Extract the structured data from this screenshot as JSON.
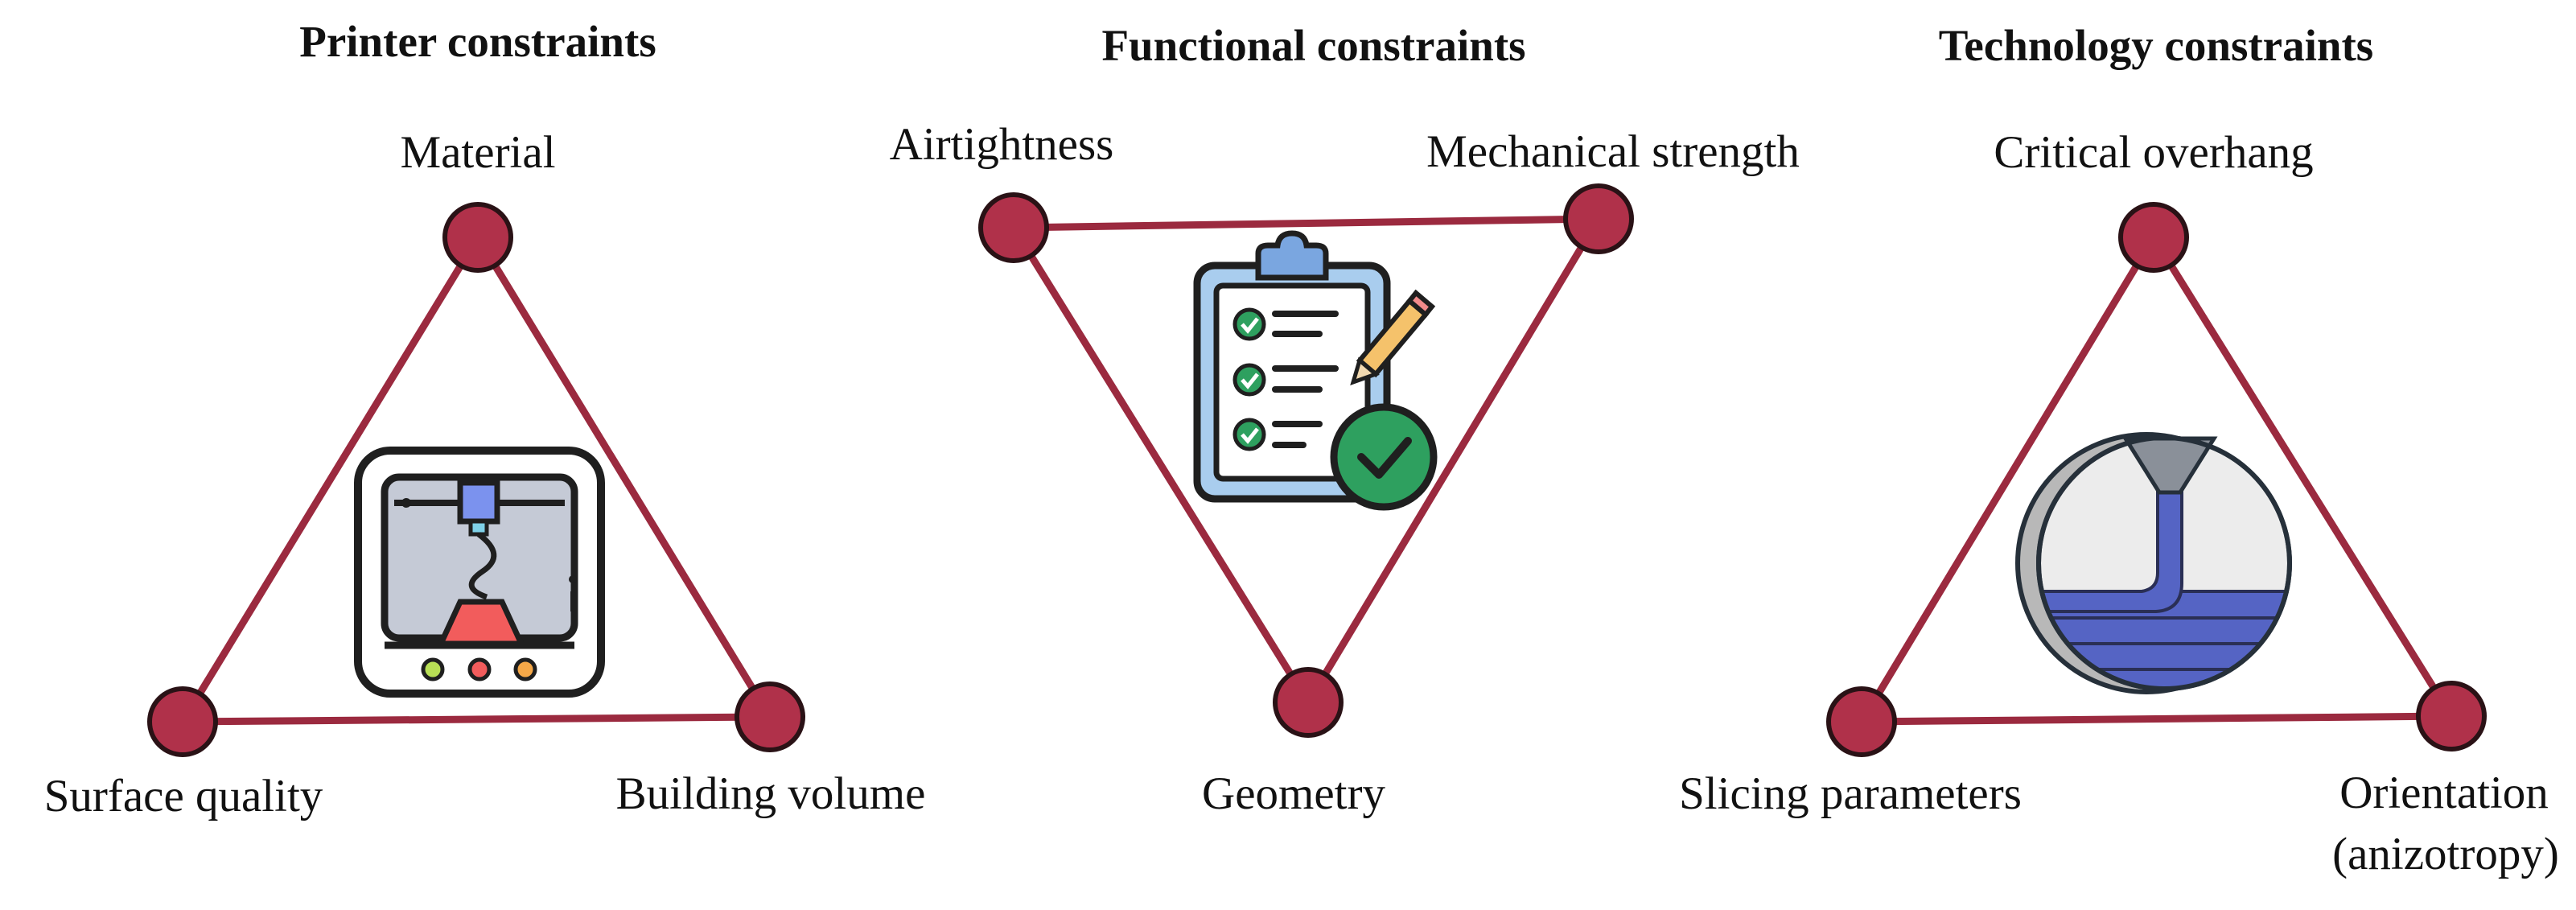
{
  "panels": [
    {
      "title": "Printer constraints",
      "nodes": [
        "Material",
        "Surface quality",
        "Building volume"
      ],
      "icon": "3d-printer-icon"
    },
    {
      "title": "Functional constraints",
      "nodes": [
        "Airtightness",
        "Mechanical strength",
        "Geometry"
      ],
      "icon": "checklist-clipboard-icon"
    },
    {
      "title": "Technology constraints",
      "nodes": [
        "Critical overhang",
        "Slicing parameters",
        "Orientation",
        "(anizotropy)"
      ],
      "icon": "nozzle-layers-icon"
    }
  ],
  "colors": {
    "edge": "#9b2a3f",
    "node": "#b0314a",
    "accent_green": "#2ea05f",
    "accent_blue": "#5a6fd0",
    "accent_red": "#f05a5a"
  }
}
